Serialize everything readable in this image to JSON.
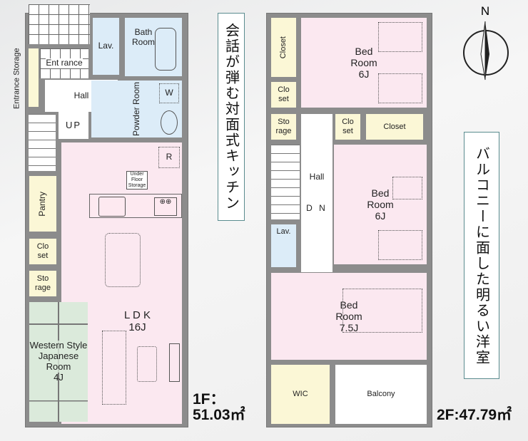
{
  "floor1": {
    "rooms": {
      "entrance": "Ent rance",
      "entrance_storage": "Entrance Storage",
      "lav": "Lav.",
      "bath": "Bath Room",
      "hall": "Hall",
      "up": "UP",
      "powder": "Powder Room",
      "w": "W",
      "r": "R",
      "underfloor": "Under Floor Storage",
      "pantry": "Pantry",
      "closet": "Clo set",
      "storage": "Sto rage",
      "ldk": "L D K",
      "ldk_size": "16J",
      "japanese": "Western Style Japanese Room",
      "japanese_size": "4J"
    },
    "area_label": "1F：",
    "area_value": "51.03㎡",
    "callout": "会話が弾む対面式キッチン"
  },
  "floor2": {
    "rooms": {
      "closet_tall": "Closet",
      "closet1": "Clo set",
      "bed1": "Bed Room",
      "bed1_size": "6J",
      "storage": "Sto rage",
      "closet2": "Clo set",
      "closet3": "Closet",
      "hall": "Hall",
      "dn": "D N",
      "bed2": "Bed Room",
      "bed2_size": "6J",
      "lav": "Lav.",
      "bed3": "Bed Room",
      "bed3_size": "7.5J",
      "wic": "WIC",
      "balcony": "Balcony"
    },
    "area_value": "2F:47.79㎡",
    "callout": "バルコニーに面した明るい洋室"
  },
  "compass": {
    "label": "N"
  },
  "colors": {
    "pink": "#fbe8f0",
    "blue": "#dcecf8",
    "yellow": "#fbf7d6",
    "green": "#dbeadb",
    "wall": "#8c8c8c"
  }
}
